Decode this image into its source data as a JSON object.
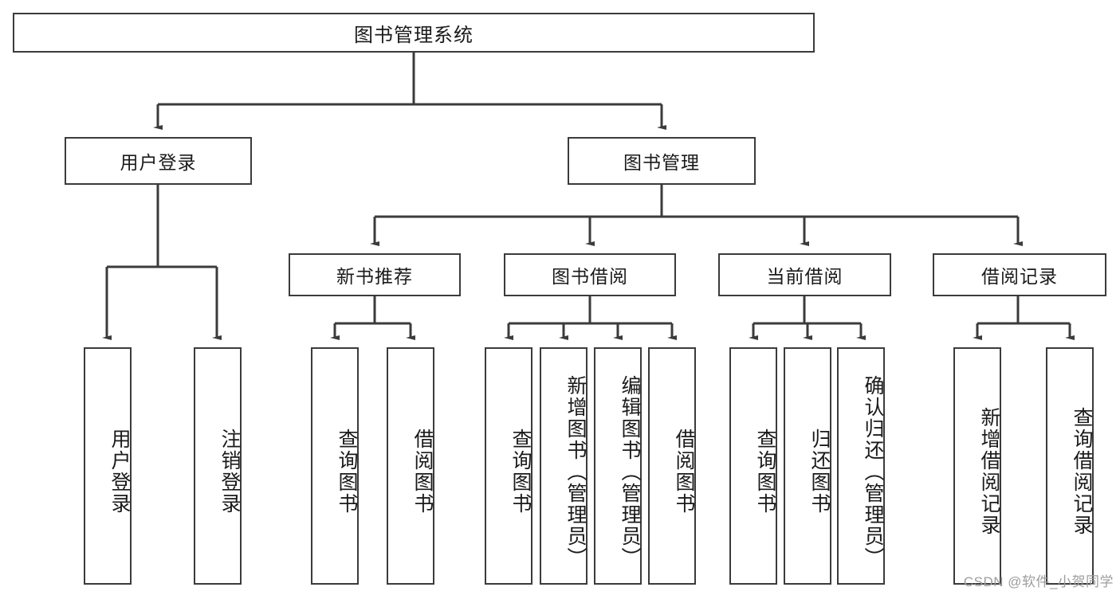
{
  "diagram": {
    "title": "图书管理系统",
    "watermark": "CSDN @软件_小贺同学",
    "colors": {
      "box_border": "#3b3b3b",
      "box_fill": "#ffffff",
      "edge": "#3b3b3b",
      "text": "#1a1a1a",
      "watermark": "#9d9d9d"
    },
    "nodes": {
      "root": {
        "label": "图书管理系统"
      },
      "level2": [
        {
          "label": "用户登录"
        },
        {
          "label": "图书管理"
        }
      ],
      "level3": [
        {
          "label": "新书推荐"
        },
        {
          "label": "图书借阅"
        },
        {
          "label": "当前借阅"
        },
        {
          "label": "借阅记录"
        }
      ],
      "leaves": {
        "user_login": [
          {
            "label": "用户登录"
          },
          {
            "label": "注销登录"
          }
        ],
        "new_book": [
          {
            "label": "查询图书"
          },
          {
            "label": "借阅图书"
          }
        ],
        "book_borrow": [
          {
            "label": "查询图书"
          },
          {
            "label": "新增图书（管理员）"
          },
          {
            "label": "编辑图书（管理员）"
          },
          {
            "label": "借阅图书"
          }
        ],
        "current_borrow": [
          {
            "label": "查询图书"
          },
          {
            "label": "归还图书"
          },
          {
            "label": "确认归还（管理员）"
          }
        ],
        "borrow_record": [
          {
            "label": "新增借阅记录"
          },
          {
            "label": "查询借阅记录"
          }
        ]
      }
    }
  }
}
